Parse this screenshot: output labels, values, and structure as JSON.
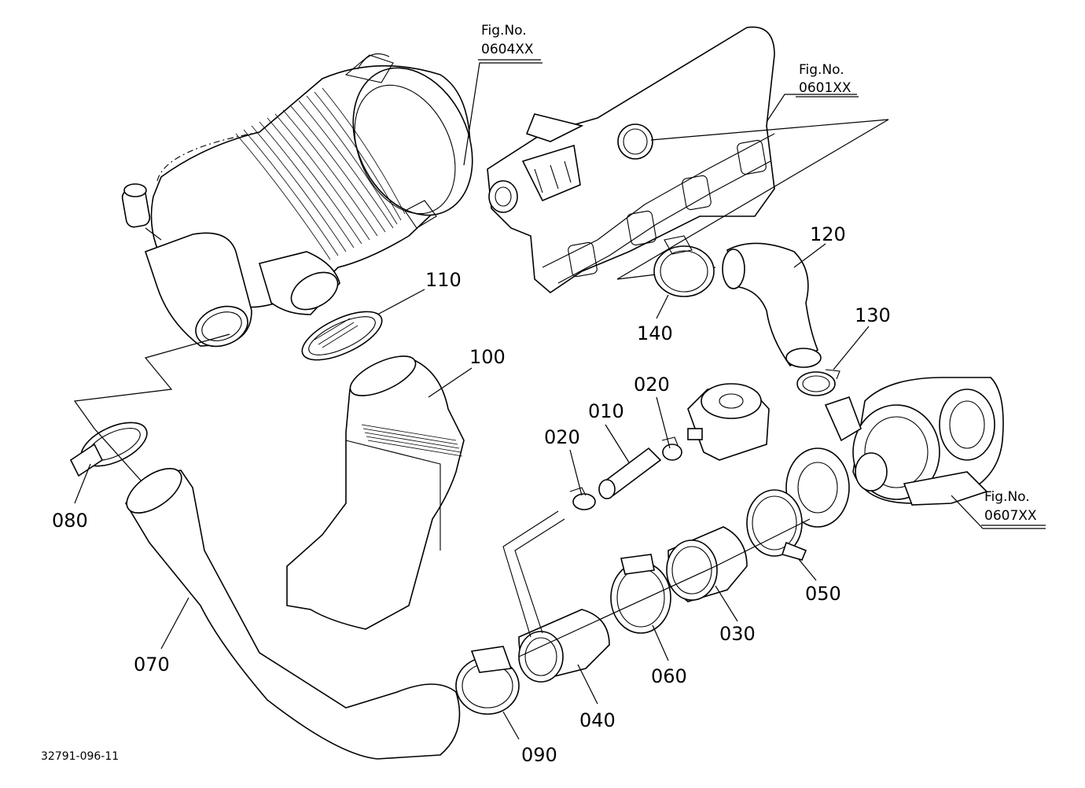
{
  "figure_refs": [
    {
      "id": "fig-0604",
      "line1": "Fig.No.",
      "line2": "0604XX"
    },
    {
      "id": "fig-0601",
      "line1": "Fig.No.",
      "line2": "0601XX"
    },
    {
      "id": "fig-0607",
      "line1": "Fig.No.",
      "line2": "0607XX"
    }
  ],
  "part_labels": {
    "p010": "010",
    "p020a": "020",
    "p020b": "020",
    "p030": "030",
    "p040": "040",
    "p050": "050",
    "p060": "060",
    "p070": "070",
    "p080": "080",
    "p090": "090",
    "p100": "100",
    "p110": "110",
    "p120": "120",
    "p130": "130",
    "p140": "140"
  },
  "drawing_code": "32791-096-11"
}
